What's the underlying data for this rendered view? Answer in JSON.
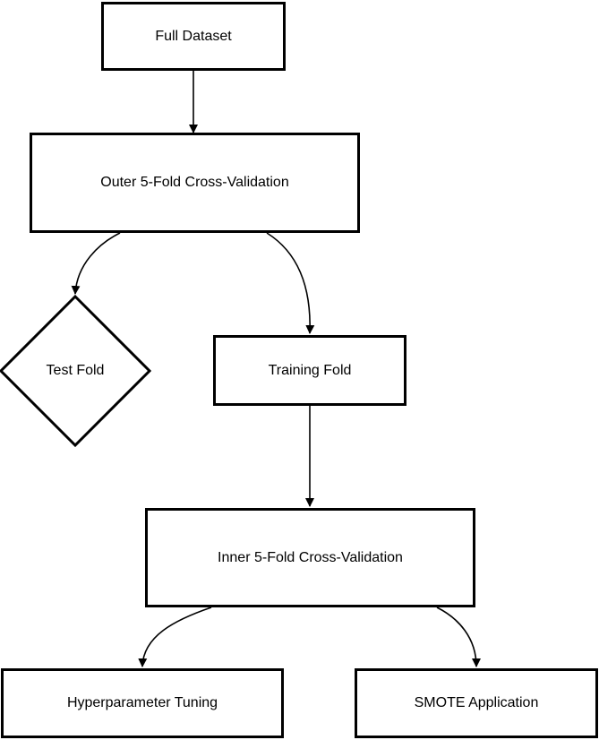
{
  "diagram": {
    "nodes": {
      "full_dataset": "Full Dataset",
      "outer_cv": "Outer 5-Fold Cross-Validation",
      "test_fold": "Test Fold",
      "training_fold": "Training Fold",
      "inner_cv": "Inner 5-Fold Cross-Validation",
      "hyperparameter_tuning": "Hyperparameter Tuning",
      "smote_application": "SMOTE Application"
    },
    "edges": [
      {
        "from": "full_dataset",
        "to": "outer_cv"
      },
      {
        "from": "outer_cv",
        "to": "test_fold"
      },
      {
        "from": "outer_cv",
        "to": "training_fold"
      },
      {
        "from": "training_fold",
        "to": "inner_cv"
      },
      {
        "from": "inner_cv",
        "to": "hyperparameter_tuning"
      },
      {
        "from": "inner_cv",
        "to": "smote_application"
      }
    ],
    "colors": {
      "stroke": "#000000",
      "fill": "#ffffff",
      "text": "#000000"
    }
  }
}
